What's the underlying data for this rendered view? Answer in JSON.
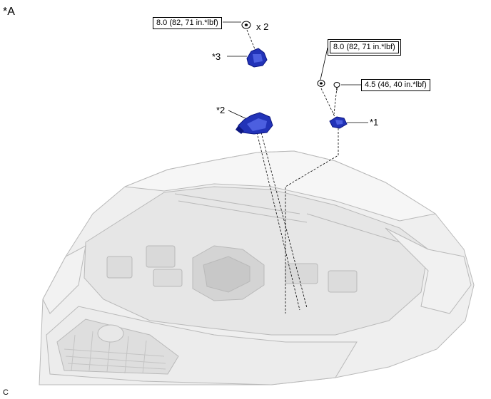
{
  "view_label": "*A",
  "corner_code": "C",
  "torques": {
    "nut_top": "8.0 (82, 71 in.*lbf)",
    "nut_right": "8.0 (82, 71 in.*lbf)",
    "bolt": "4.5 (46, 40 in.*lbf)"
  },
  "quantity": "x 2",
  "callouts": {
    "part1": "*1",
    "part2": "*2",
    "part3": "*3"
  },
  "colors": {
    "part_blue": "#2233b8",
    "part_blue_dark": "#0c1680",
    "car_line": "#b9b9b9",
    "car_fill": "#efefef",
    "engine_fill": "#e2e2e2"
  }
}
